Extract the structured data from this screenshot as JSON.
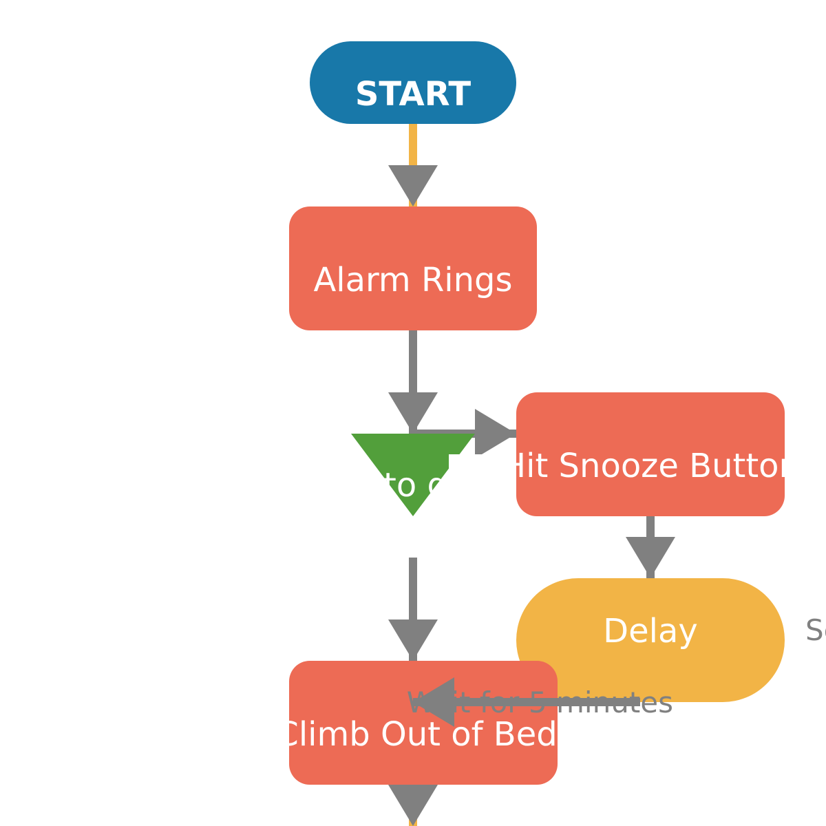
{
  "nodes": {
    "start": {
      "label": "START",
      "color": "#1878a9"
    },
    "alarm": {
      "label": "Alarm Rings",
      "color": "#ed6b55"
    },
    "decision": {
      "label": "to g",
      "color": "#529f3b"
    },
    "snooze": {
      "label": "Hit Snooze Button",
      "color": "#ed6b55"
    },
    "delay": {
      "label": "Delay",
      "color": "#f2b446"
    },
    "climb": {
      "label": "Climb Out of Bed",
      "color": "#ed6b55"
    }
  },
  "edge_labels": {
    "delay_side": "Se",
    "wait": "Wait for 5 minutes"
  },
  "colors": {
    "connector": "#808080",
    "accent_line": "#f2b446"
  }
}
